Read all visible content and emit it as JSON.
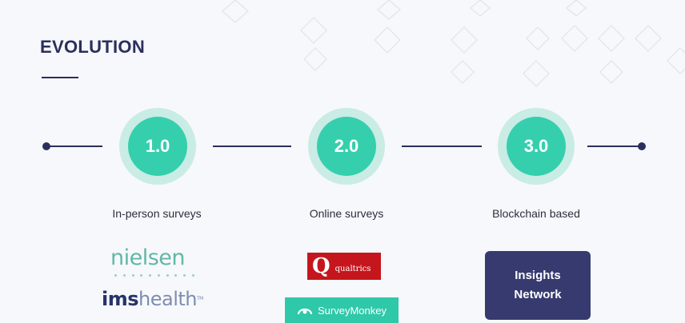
{
  "title": "EVOLUTION",
  "stages": [
    {
      "label": "1.0",
      "caption": "In-person surveys"
    },
    {
      "label": "2.0",
      "caption": "Online surveys"
    },
    {
      "label": "3.0",
      "caption": "Blockchain based"
    }
  ],
  "logos": {
    "nielsen": "nielsen",
    "imshealth_bold": "ims",
    "imshealth_light": "health",
    "imshealth_tm": "TM",
    "qualtrics_mark": "Q",
    "qualtrics_text": "qualtrics",
    "surveymonkey": "SurveyMonkey",
    "insights_line1": "Insights",
    "insights_line2": "Network"
  },
  "colors": {
    "navy": "#2a2f5c",
    "teal": "#35cfae",
    "teal_ring": "#c9ece4",
    "qualtrics_red": "#c5161d",
    "surveymonkey_green": "#2fc8a8",
    "insights_bg": "#363a6e"
  }
}
